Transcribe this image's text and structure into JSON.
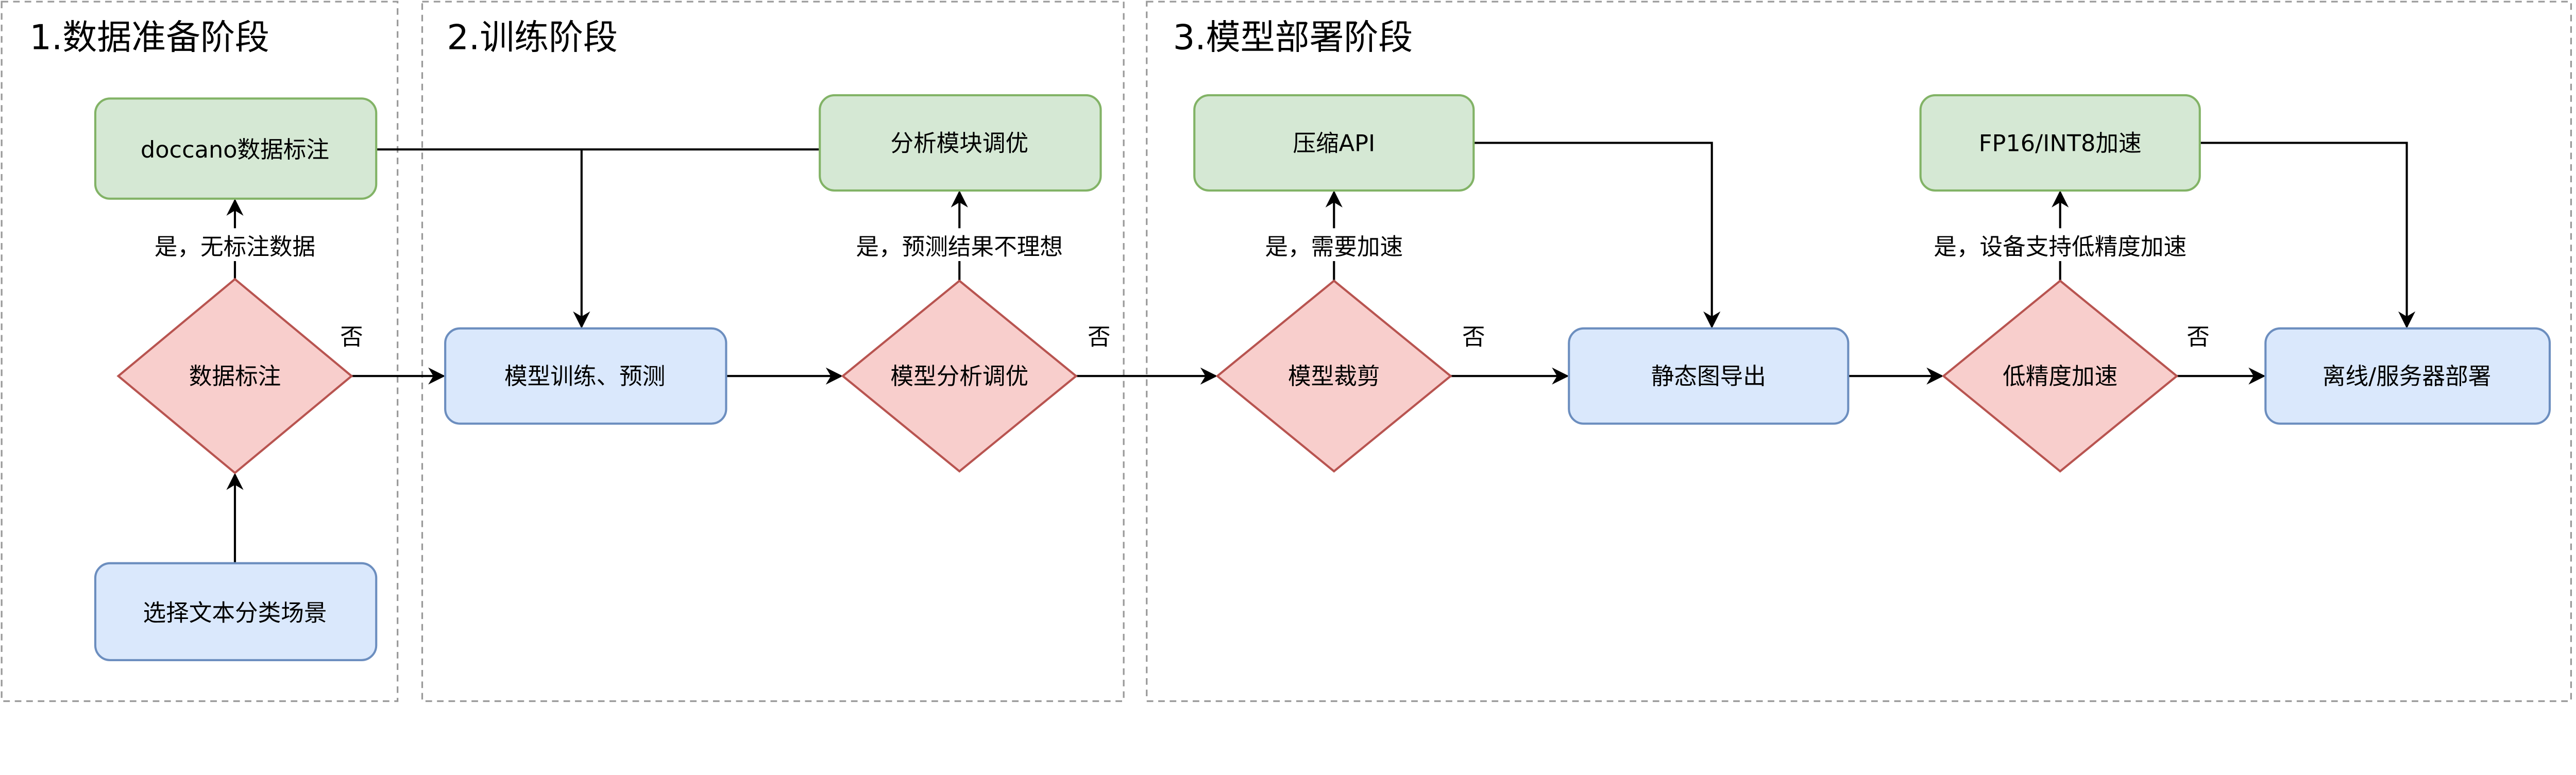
{
  "colors": {
    "process_fill": "#dae8fc",
    "process_stroke": "#6c8ebf",
    "action_fill": "#d5e8d4",
    "action_stroke": "#82b366",
    "decision_fill": "#f8cecc",
    "decision_stroke": "#b85450",
    "panel_border": "#999999"
  },
  "stages": [
    {
      "title": "1.数据准备阶段"
    },
    {
      "title": "2.训练阶段"
    },
    {
      "title": "3.模型部署阶段"
    }
  ],
  "nodes": {
    "doccano": "doccano数据标注",
    "label_decision": "数据标注",
    "select_scene": "选择文本分类场景",
    "train_predict": "模型训练、预测",
    "analysis_tune": "分析模块调优",
    "analysis_decision": "模型分析调优",
    "prune_decision": "模型裁剪",
    "compress_api": "压缩API",
    "static_export": "静态图导出",
    "lowprec_decision": "低精度加速",
    "fp16_int8": "FP16/INT8加速",
    "deploy": "离线/服务器部署"
  },
  "edge_labels": {
    "yes_no_label_data": "是，无标注数据",
    "no_1": "否",
    "yes_bad_result": "是，预测结果不理想",
    "no_2": "否",
    "yes_need_speed": "是，需要加速",
    "no_3": "否",
    "yes_lowprec": "是，设备支持低精度加速",
    "no_4": "否"
  }
}
